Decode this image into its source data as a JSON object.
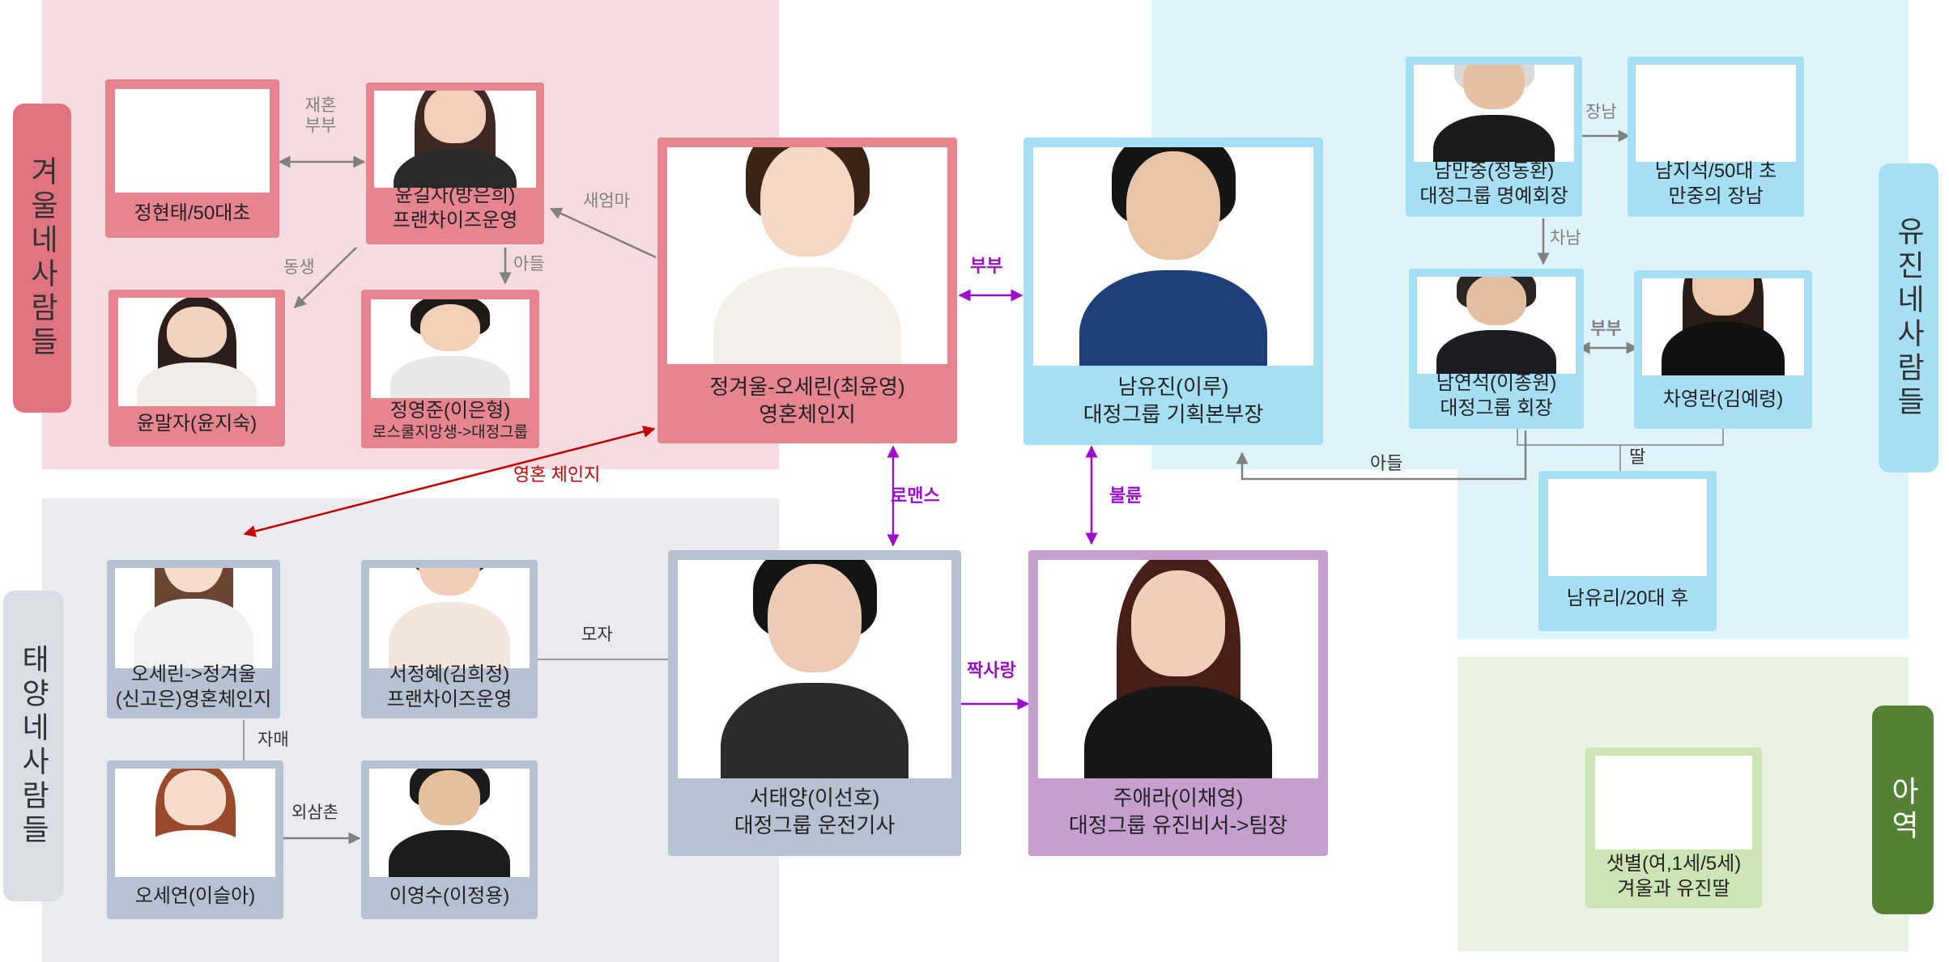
{
  "groups": {
    "winter": "겨울네사람들",
    "taeyang": "태양네사람들",
    "yujin": "유진네사람들",
    "child": "아역"
  },
  "people": {
    "junghyuntae": {
      "line1": "정현태/50대초",
      "line2": ""
    },
    "yoongilja": {
      "line1": "윤길자(방은희)",
      "line2": "프랜차이즈운영"
    },
    "yoonmalja": {
      "line1": "윤말자(윤지숙)",
      "line2": ""
    },
    "jungyoungjun": {
      "line1": "정영준(이은형)",
      "line2": "로스쿨지망생->대정그룹"
    },
    "junggyeoul": {
      "line1": "정겨울-오세린(최윤영)",
      "line2": "영혼체인지"
    },
    "namyujin": {
      "line1": "남유진(이루)",
      "line2": "대정그룹 기획본부장"
    },
    "nammanjung": {
      "line1": "남만중(정동환)",
      "line2": "대정그룹 명예회장"
    },
    "namjiseok": {
      "line1": "남지석/50대 초",
      "line2": "만중의 장남"
    },
    "namyeonseok": {
      "line1": "남연석(이종원)",
      "line2": "대정그룹 회장"
    },
    "chayoungran": {
      "line1": "차영란(김예령)",
      "line2": ""
    },
    "namyuri": {
      "line1": "남유리/20대 후",
      "line2": ""
    },
    "oserin": {
      "line1": "오세린->정겨울",
      "line2": "(신고은)영혼체인지"
    },
    "seojunghye": {
      "line1": "서정혜(김희정)",
      "line2": "프랜차이즈운영"
    },
    "seotaeyang": {
      "line1": "서태양(이선호)",
      "line2": "대정그룹 운전기사"
    },
    "juaera": {
      "line1": "주애라(이채영)",
      "line2": "대정그룹 유진비서->팀장"
    },
    "oseyeon": {
      "line1": "오세연(이슬아)",
      "line2": ""
    },
    "leeyoungsu": {
      "line1": "이영수(이정용)",
      "line2": ""
    },
    "saebyeol": {
      "line1": "샛별(여,1세/5세)",
      "line2": "겨울과 유진딸"
    }
  },
  "relations": {
    "remarried": "재혼\n부부",
    "stepmother": "새엄마",
    "younger_sibling": "동생",
    "son_winter": "아들",
    "couple_main": "부부",
    "soul_change": "영혼 체인지",
    "romance": "로맨스",
    "affair": "불륜",
    "unrequited": "짝사랑",
    "mother_son": "모자",
    "sisters": "자매",
    "uncle": "외삼촌",
    "eldest_son": "장남",
    "second_son": "차남",
    "couple_yujin": "부부",
    "son_yujin": "아들",
    "daughter": "딸"
  },
  "colors": {
    "winter_bg": "#f6dbe0",
    "winter_card": "#e6848f",
    "winter_label": "#e0737f",
    "taeyang_bg": "#e9ebef",
    "taeyang_card": "#b6c2d2",
    "taeyang_label": "#d9dde6",
    "yujin_bg": "#dff3fb",
    "yujin_card": "#a6dff4",
    "juaera_card": "#c59fd0",
    "child_bg": "#eaf3e1",
    "child_card": "#cde4b4",
    "child_label": "#548235",
    "purple": "#9a10c8",
    "red": "#c00000",
    "grey": "#808080"
  }
}
